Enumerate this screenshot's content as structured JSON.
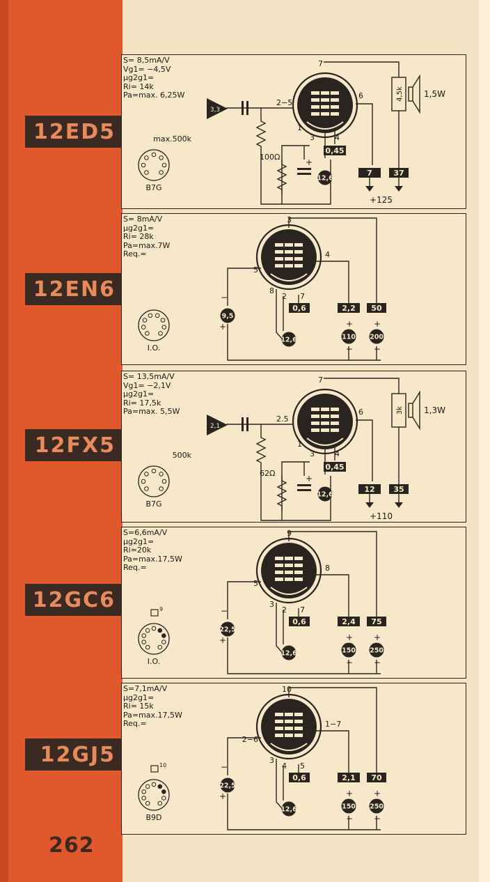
{
  "page_number": "262",
  "tubes": [
    {
      "name": "12ED5",
      "specs": [
        "S= 8,5mA/V",
        "Vg1= −4,5V",
        "μg2g1=",
        "Ri= 14k",
        "Pa=max. 6,25W"
      ],
      "base": "B7G",
      "input_amp": "3,3",
      "grid_pins": "2−5",
      "plate_pin": "7",
      "screen_pin": "6",
      "cathode_pins": [
        "1",
        "3",
        "4"
      ],
      "grid_res": "max.500k",
      "cathode_res": "100Ω",
      "load_res": "4,5k",
      "power": "1,5W",
      "meter_cathode": "0,45",
      "heater": "12,6",
      "meter_screen": "7",
      "meter_plate": "37",
      "supply": "+125"
    },
    {
      "name": "12EN6",
      "specs": [
        "S= 8mA/V",
        "μg2g1=",
        "Ri= 28k",
        "Pa=max.7W",
        "Req.="
      ],
      "base": "I.O.",
      "plate_pin": "3",
      "screen_pin": "4",
      "grid_pin": "5",
      "cathode_pins": [
        "8",
        "2",
        "7"
      ],
      "bias": "9,5",
      "meter_cathode": "0,6",
      "meter_screen": "2,2",
      "meter_plate": "50",
      "heater": "12,6",
      "screen_supply": "110",
      "plate_supply": "200"
    },
    {
      "name": "12FX5",
      "specs": [
        "S= 13,5mA/V",
        "Vg1= −2,1V",
        "μg2g1=",
        "Ri= 17,5k",
        "Pa=max. 5,5W"
      ],
      "base": "B7G",
      "input_amp": "2,1",
      "grid_pins": "2.5",
      "plate_pin": "7",
      "screen_pin": "6",
      "cathode_pins": [
        "1",
        "3",
        "4"
      ],
      "grid_res": "500k",
      "cathode_res": "62Ω",
      "load_res": "3k",
      "power": "1,3W",
      "meter_cathode": "0,45",
      "heater": "12,6",
      "meter_screen": "12",
      "meter_plate": "35",
      "supply": "+110"
    },
    {
      "name": "12GC6",
      "specs": [
        "S=6,6mA/V",
        "μg2g1=",
        "Ri=20k",
        "Pa=max.17,5W",
        "Req.="
      ],
      "base": "I.O.",
      "top_cap": "9",
      "plate_pin": "9",
      "screen_pin": "8",
      "grid_pin": "5",
      "cathode_pins": [
        "3",
        "2",
        "7"
      ],
      "bias": "22,5",
      "meter_cathode": "0,6",
      "meter_screen": "2,4",
      "meter_plate": "75",
      "heater": "12,6",
      "screen_supply": "150",
      "plate_supply": "250"
    },
    {
      "name": "12GJ5",
      "specs": [
        "S=7,1mA/V",
        "μg2g1=",
        "Ri= 15k",
        "Pa=max.17,5W",
        "Req.="
      ],
      "base": "B9D",
      "top_cap": "10",
      "plate_pin": "10",
      "screen_pin": "1−7",
      "grid_pin": "2−6",
      "cathode_pins": [
        "3",
        "4",
        "5"
      ],
      "bias": "22,5",
      "meter_cathode": "0,6",
      "meter_screen": "2,1",
      "meter_plate": "70",
      "heater": "12,6",
      "screen_supply": "150",
      "plate_supply": "250"
    }
  ]
}
